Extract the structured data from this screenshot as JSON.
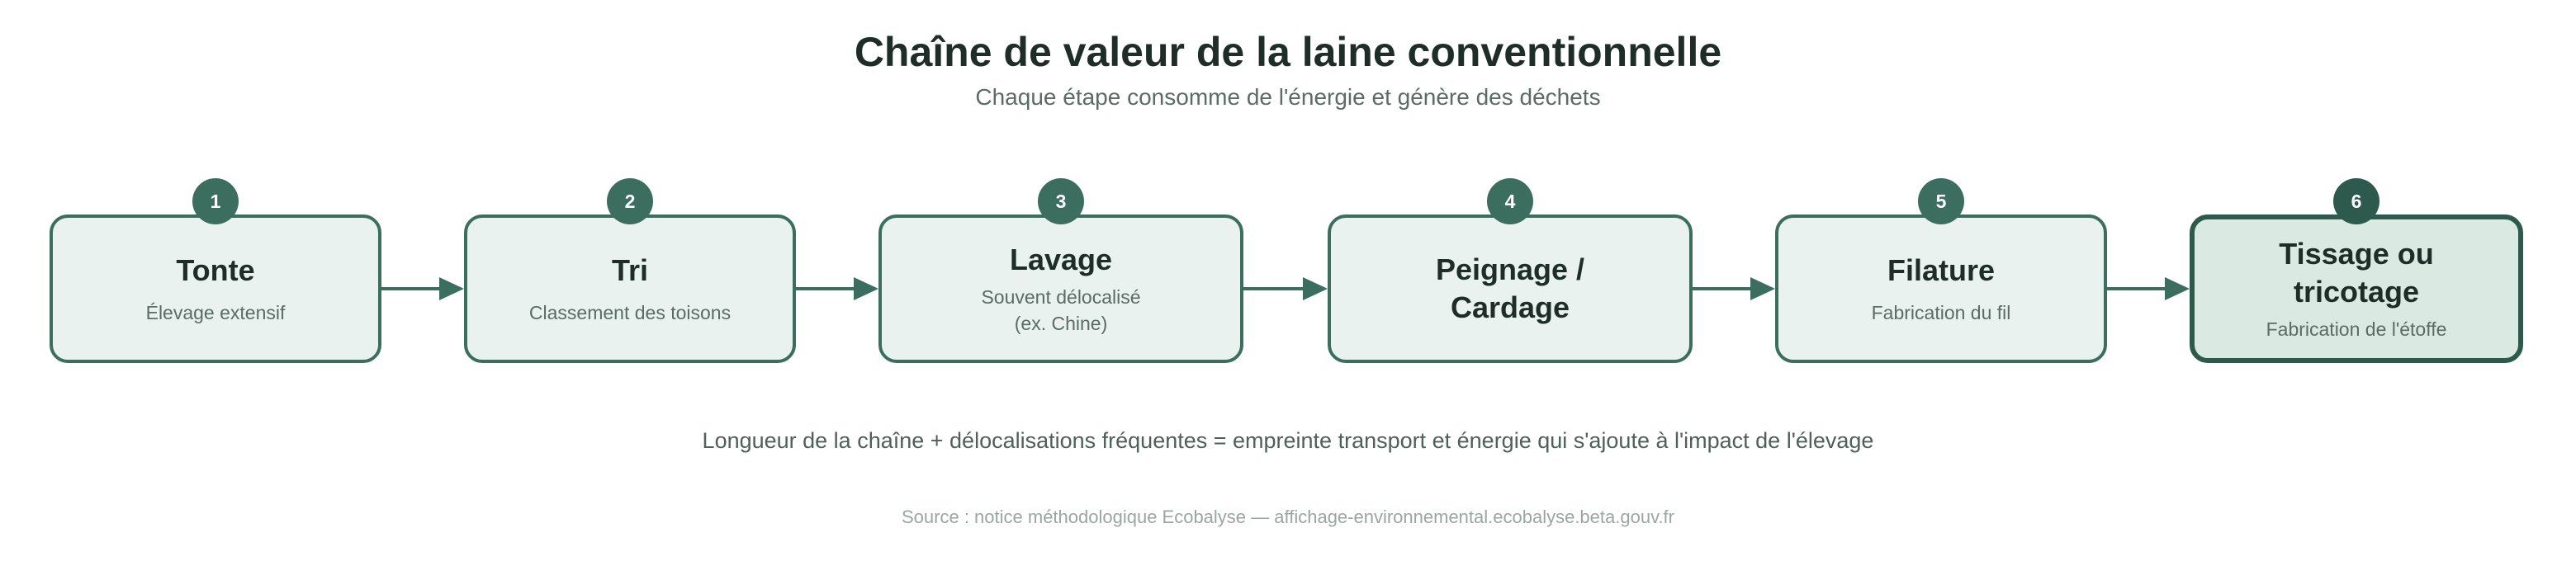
{
  "title": "Chaîne de valeur de la laine conventionnelle",
  "subtitle": "Chaque étape consomme de l'énergie et génère des déchets",
  "steps": [
    {
      "number": "1",
      "title": "Tonte",
      "description": "Élevage extensif"
    },
    {
      "number": "2",
      "title": "Tri",
      "description": "Classement des toisons"
    },
    {
      "number": "3",
      "title": "Lavage",
      "description": "Souvent délocalisé\n(ex. Chine)"
    },
    {
      "number": "4",
      "title": "Peignage /\nCardage",
      "description": ""
    },
    {
      "number": "5",
      "title": "Filature",
      "description": "Fabrication du fil"
    },
    {
      "number": "6",
      "title": "Tissage ou\ntricotage",
      "description": "Fabrication de l'étoffe"
    }
  ],
  "footer_note": "Longueur de la chaîne + délocalisations fréquentes = empreinte transport et énergie qui s'ajoute à l'impact de l'élevage",
  "source": "Source : notice méthodologique Ecobalyse — affichage-environnemental.ecobalyse.beta.gouv.fr",
  "colors": {
    "accent": "#3b6e5f",
    "accent_dark": "#2e5a4d",
    "box_fill": "#e9f2ef",
    "box_fill_final": "#dae9e2",
    "title_text": "#1e2d28",
    "muted_text": "#5b6b66"
  }
}
